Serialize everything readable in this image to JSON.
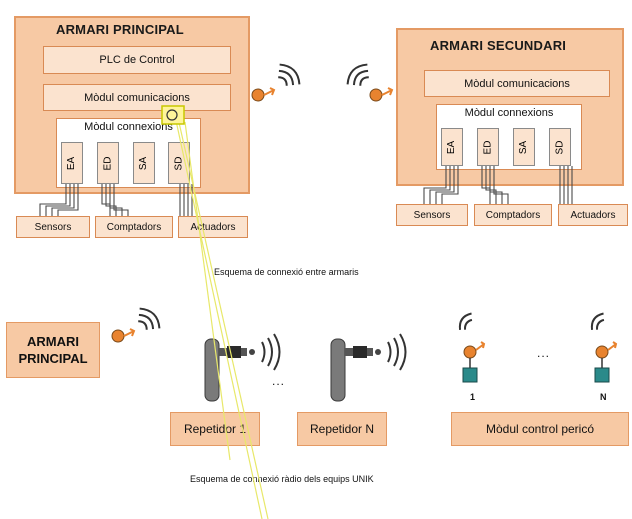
{
  "main_cabinet": {
    "title": "ARMARI PRINCIPAL",
    "plc_label": "PLC de Control",
    "comm_label": "Mòdul comunicacions",
    "conn_label": "Mòdul connexions",
    "slots": [
      "EA",
      "ED",
      "SA",
      "SD"
    ]
  },
  "secondary_cabinet": {
    "title": "ARMARI SECUNDARI",
    "comm_label": "Mòdul comunicacions",
    "conn_label": "Mòdul connexions",
    "slots": [
      "EA",
      "ED",
      "SA",
      "SD"
    ]
  },
  "io_left": [
    "Sensors",
    "Comptadors",
    "Actuadors"
  ],
  "io_right": [
    "Sensors",
    "Comptadors",
    "Actuadors"
  ],
  "caption_top": "Esquema de connexió entre armaris",
  "radio_section": {
    "armari_line1": "ARMARI",
    "armari_line2": "PRINCIPAL",
    "repeater_1": "Repetidor 1",
    "repeater_n": "Repetidor N",
    "control_module": "Mòdul control pericó",
    "ellipsis": "...",
    "node_1": "1",
    "node_n": "N"
  },
  "caption_bottom": "Esquema de connexió ràdio dels equips UNIK",
  "colors": {
    "cabinet_fill": "#f7c9a4",
    "cabinet_border": "#e49a64",
    "module_fill": "#fbe3cf",
    "antenna_orange": "#e8832f",
    "pole_gray": "#7a7a7a",
    "node_teal": "#2a8a8a",
    "annotation_yellow": "#e8e86a"
  }
}
